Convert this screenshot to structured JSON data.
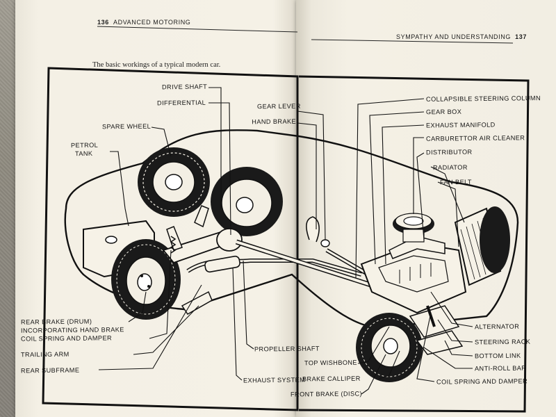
{
  "book": {
    "left_page_number": "136",
    "left_running_head": "ADVANCED MOTORING",
    "right_running_head": "SYMPATHY AND UNDERSTANDING",
    "right_page_number": "137",
    "caption": "The basic workings of a typical modern car."
  },
  "labels": {
    "drive_shaft": "DRIVE SHAFT",
    "differential": "DIFFERENTIAL",
    "spare_wheel": "SPARE WHEEL",
    "petrol_tank_line1": "PETROL",
    "petrol_tank_line2": "TANK",
    "gear_lever": "GEAR LEVER",
    "hand_brake": "HAND BRAKE",
    "collapsible_steering_column": "COLLAPSIBLE STEERING COLUMN",
    "gear_box": "GEAR BOX",
    "exhaust_manifold": "EXHAUST MANIFOLD",
    "carburettor_air_cleaner": "CARBURETTOR AIR CLEANER",
    "distributor": "DISTRIBUTOR",
    "radiator": "RADIATOR",
    "fan_belt": "FAN BELT",
    "rear_brake_line1": "REAR BRAKE (DRUM)",
    "rear_brake_line2": "INCORPORATING HAND BRAKE",
    "coil_spring_and_damper_rear": "COIL SPRING AND DAMPER",
    "trailing_arm": "TRAILING ARM",
    "rear_subframe": "REAR SUBFRAME",
    "propeller_shaft": "PROPELLER SHAFT",
    "exhaust_system": "EXHAUST SYSTEM",
    "top_wishbone": "TOP WISHBONE",
    "brake_calliper": "BRAKE CALLIPER",
    "front_brake": "FRONT BRAKE (DISC)",
    "alternator": "ALTERNATOR",
    "steering_rack": "STEERING RACK",
    "bottom_link": "BOTTOM LINK",
    "anti_roll_bar": "ANTI-ROLL BAR",
    "coil_spring_and_damper_front": "COIL SPRING AND DAMPER"
  }
}
